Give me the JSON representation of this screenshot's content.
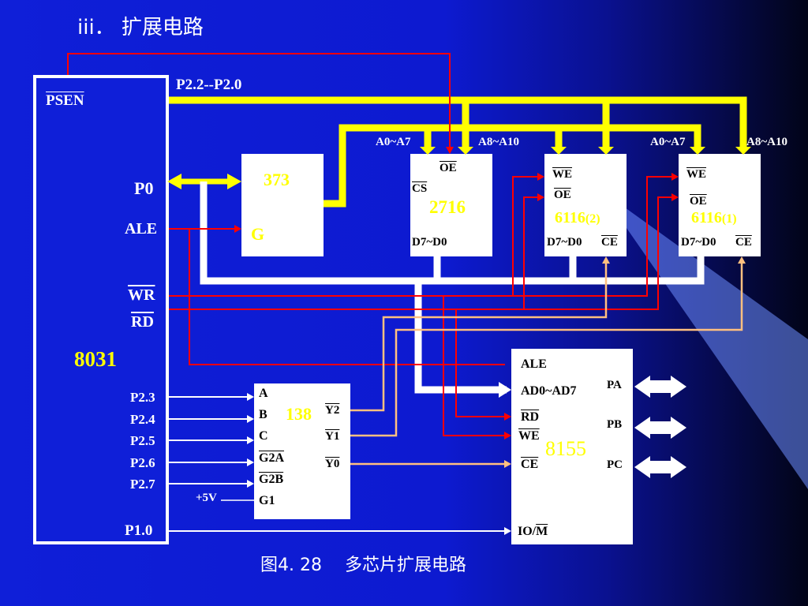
{
  "title": "iii． 扩展电路",
  "caption": "图4. 28　 多芯片扩展电路",
  "colors": {
    "background": "#0f1fd8",
    "bus": "#ffff00",
    "data_bus": "#ffffff",
    "control_line": "#ff0000",
    "select_line": "#ffc080",
    "chip_fill": "#ffffff",
    "label_highlight": "#ffff00"
  },
  "cpu": {
    "name": "8031",
    "psen": "PSEN",
    "p2_bus": "P2.2--P2.0",
    "p0": "P0",
    "ale": "ALE",
    "wr": "WR",
    "rd": "RD",
    "p2_lines": [
      "P2.3",
      "P2.4",
      "P2.5",
      "P2.6",
      "P2.7"
    ],
    "p10": "P1.0"
  },
  "latch": {
    "name": "373",
    "g": "G"
  },
  "eprom": {
    "name": "2716",
    "oe": "OE",
    "cs": "CS",
    "data": "D7~D0",
    "addr_low": "A0~A7",
    "addr_high": "A8~A10"
  },
  "ram2": {
    "name": "6116",
    "suffix": "(2)",
    "we": "WE",
    "oe": "OE",
    "data": "D7~D0",
    "ce": "CE"
  },
  "ram1": {
    "name": "6116",
    "suffix": "(1)",
    "we": "WE",
    "oe": "OE",
    "data": "D7~D0",
    "ce": "CE",
    "addr_low": "A0~A7",
    "addr_high": "A8~A10"
  },
  "decoder": {
    "name": "138",
    "inputs": [
      "A",
      "B",
      "C",
      "G2A",
      "G2B",
      "G1"
    ],
    "outputs": [
      "Y2",
      "Y1",
      "Y0"
    ],
    "vcc": "+5V"
  },
  "pio": {
    "name": "8155",
    "ale": "ALE",
    "ad": "AD0~AD7",
    "rd": "RD",
    "we": "WE",
    "ce": "CE",
    "iom": "IO/",
    "iom_bar": "M",
    "pa": "PA",
    "pb": "PB",
    "pc": "PC"
  }
}
